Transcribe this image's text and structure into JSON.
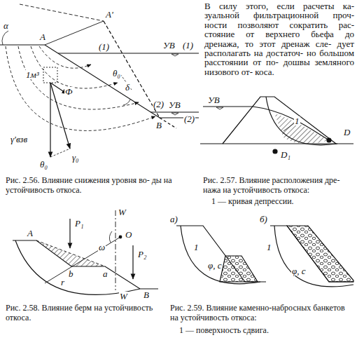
{
  "diagram": {
    "labels": [
      "В силу этого, если расчеты ка- зуальной фильтрационной проч- ности позволяют сократить рас- стояние от верхнего бьефа до дренажа, то этот дренаж сле- дует располагать на достаточ- но большом расстоянии от по- дошвы земляного низового от- коса.",
      "α",
      "A",
      "A'",
      "(1)",
      "УВ",
      "(1)",
      "(2)",
      "УВ",
      "(2)",
      "B",
      "1м³",
      "Ф",
      "θ₀",
      "δ",
      "γ'взв",
      "θ₀",
      "γ₀",
      "Рис. 2.56. Влияние снижения уровня во- ды на устойчивость откоса.",
      "УВ",
      "1",
      "D₁",
      "D",
      "Рис. 2.57. Влияние расположения дре- нажа на устойчивость откоса:",
      "1 — кривая депрессии.",
      "W",
      "A",
      "P₁",
      "O",
      "ω",
      "r",
      "b",
      "a",
      "P₂",
      "B",
      "W",
      "Рис. 2.58. Влияние берм на устойчивость откоса.",
      "а)",
      "б)",
      "1",
      "φ, c",
      "1",
      "φ, c",
      "Рис. 2.59. Влияние каменно-набросных банкетов на устойчивость откоса:",
      "1 — поверхность сдвига."
    ]
  }
}
